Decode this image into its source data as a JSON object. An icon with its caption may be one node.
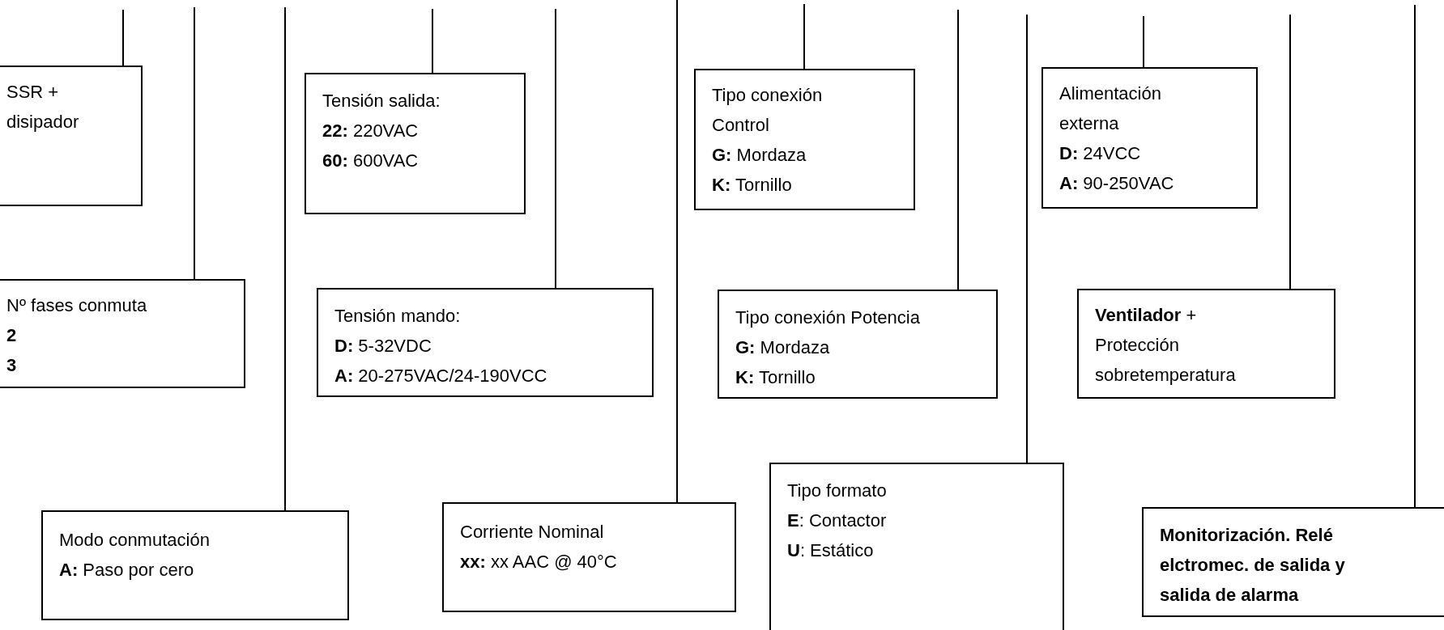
{
  "diagram": {
    "nodes": [
      {
        "text": [
          "SSR + disipador"
        ]
      },
      {
        "text": [
          "Nº fases conmuta",
          "**2**",
          "**3**"
        ]
      },
      {
        "text": [
          "Modo conmutación",
          "**A:** Paso por cero"
        ]
      },
      {
        "text": [
          "Tensión salida:",
          "**22:** 220VAC",
          "**60:** 600VAC"
        ]
      },
      {
        "text": [
          "Tensión mando:",
          "**D:** 5-32VDC",
          "**A:** 20-275VAC/24-190VCC"
        ]
      },
      {
        "text": [
          "Corriente Nominal",
          "**xx:** xx AAC @ 40°C"
        ]
      },
      {
        "text": [
          "Tipo conexión Control",
          "**G:** Mordaza",
          "**K:** Tornillo"
        ]
      },
      {
        "text": [
          "Tipo conexión Potencia",
          "**G:** Mordaza",
          "**K:** Tornillo"
        ]
      },
      {
        "text": [
          "Tipo formato",
          "**E**: Contactor",
          "**U**: Estático"
        ]
      },
      {
        "text": [
          "Alimentación externa",
          "**D:** 24VCC",
          "**A:** 90-250VAC"
        ]
      },
      {
        "text": [
          "**Ventilador** + Protección sobretemperatura"
        ]
      },
      {
        "text": [
          "Monitorización. Relé elctromec. de salida y salida de alarma"
        ]
      }
    ],
    "edges": [
      {
        "from": null,
        "to": 0,
        "arrow": "none"
      },
      {
        "from": null,
        "to": 1,
        "arrow": "none"
      },
      {
        "from": null,
        "to": 2,
        "arrow": "none"
      },
      {
        "from": null,
        "to": 3,
        "arrow": "none"
      },
      {
        "from": null,
        "to": 4,
        "arrow": "none"
      },
      {
        "from": null,
        "to": 5,
        "arrow": "none"
      },
      {
        "from": null,
        "to": 6,
        "arrow": "none"
      },
      {
        "from": null,
        "to": 7,
        "arrow": "none"
      },
      {
        "from": null,
        "to": 8,
        "arrow": "none"
      },
      {
        "from": null,
        "to": 9,
        "arrow": "none"
      },
      {
        "from": null,
        "to": 10,
        "arrow": "none"
      },
      {
        "from": null,
        "to": 11,
        "arrow": "none"
      }
    ]
  }
}
